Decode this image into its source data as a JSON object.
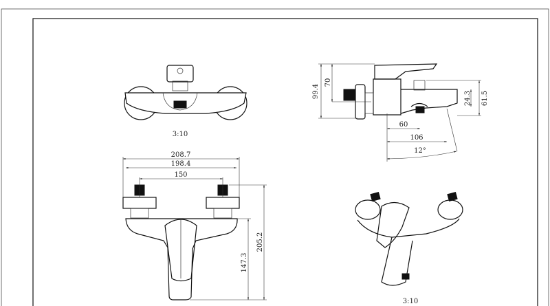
{
  "views": {
    "top_view": {
      "scale_label": "3:10"
    },
    "side_view": {
      "dimensions": {
        "overall_height": "99.4",
        "handle_height": "70",
        "spout_height": "61.5",
        "spout_gap": "24.3",
        "outlet_offset": "60",
        "spout_reach": "106",
        "spout_angle": "12°"
      }
    },
    "front_view": {
      "dimensions": {
        "overall_width": "208.7",
        "flange_width": "198.4",
        "centers": "150",
        "overall_height": "205.2",
        "body_height": "147.3"
      }
    },
    "iso_view": {
      "scale_label": "3:10"
    }
  }
}
